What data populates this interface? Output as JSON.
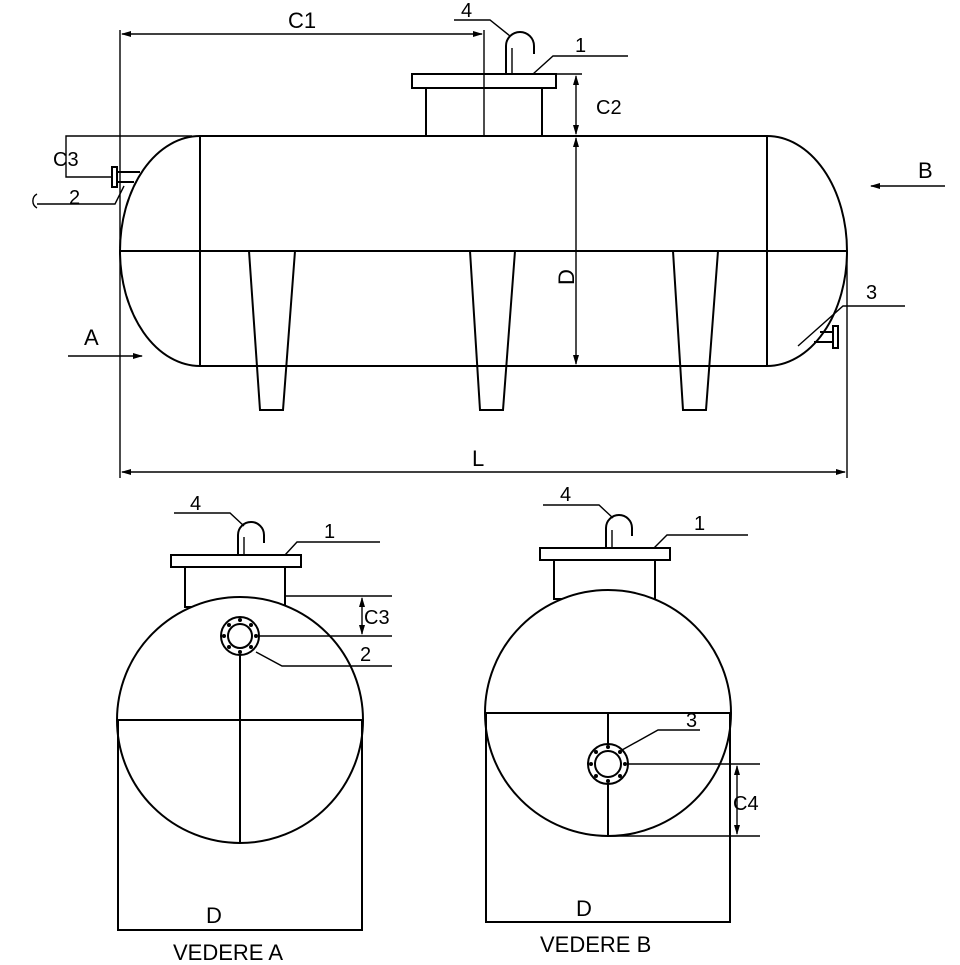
{
  "labels": {
    "c1": "C1",
    "c2": "C2",
    "c3": "C3",
    "c4": "C4",
    "d": "D",
    "l": "L",
    "a": "A",
    "b": "B",
    "n1": "1",
    "n2": "2",
    "n3": "3",
    "n4": "4"
  },
  "views": {
    "view_a_caption": "VEDERE A",
    "view_b_caption": "VEDERE B"
  }
}
